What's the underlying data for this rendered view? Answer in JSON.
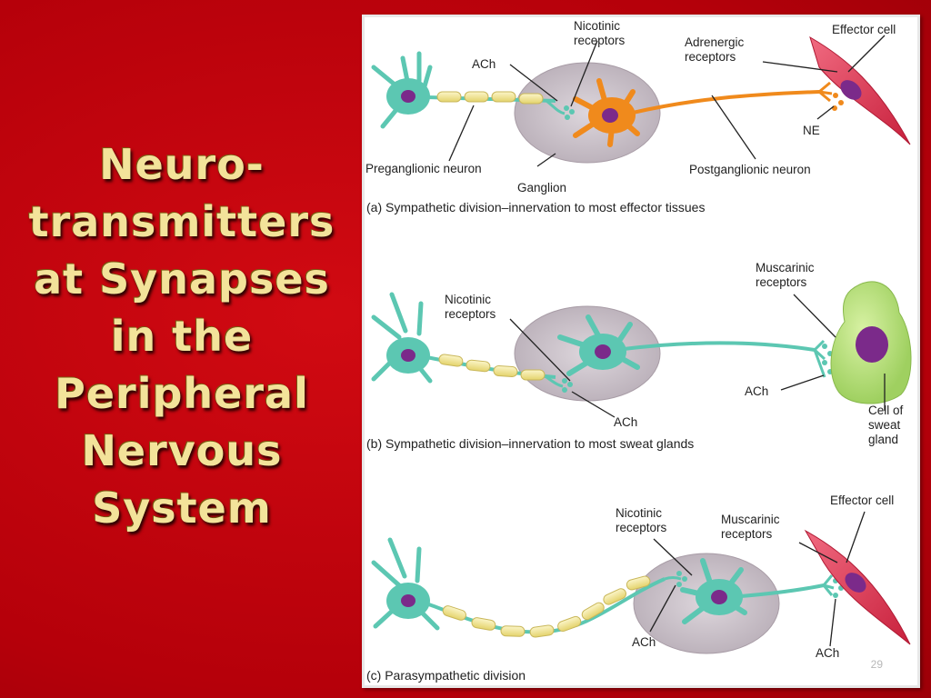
{
  "title": {
    "lines": [
      "Neuro-",
      "transmitters",
      "at Synapses",
      "in the",
      "Peripheral",
      "Nervous",
      "System"
    ]
  },
  "page_number": "29",
  "panel_a": {
    "caption": "(a) Sympathetic division–innervation to most effector tissues",
    "nicotinic_1": "Nicotinic",
    "nicotinic_2": "receptors",
    "ach": "ACh",
    "adrenergic_1": "Adrenergic",
    "adrenergic_2": "receptors",
    "effector": "Effector cell",
    "ne": "NE",
    "preganglionic": "Preganglionic neuron",
    "ganglion": "Ganglion",
    "postganglionic": "Postganglionic neuron"
  },
  "panel_b": {
    "caption": "(b) Sympathetic division–innervation to most sweat glands",
    "nicotinic_1": "Nicotinic",
    "nicotinic_2": "receptors",
    "ach_1": "ACh",
    "ach_2": "ACh",
    "muscarinic_1": "Muscarinic",
    "muscarinic_2": "receptors",
    "sweat_1": "Cell of",
    "sweat_2": "sweat",
    "sweat_3": "gland"
  },
  "panel_c": {
    "caption": "(c) Parasympathetic division",
    "nicotinic_1": "Nicotinic",
    "nicotinic_2": "receptors",
    "muscarinic_1": "Muscarinic",
    "muscarinic_2": "receptors",
    "effector": "Effector cell",
    "ach_1": "ACh",
    "ach_2": "ACh"
  },
  "colors": {
    "background": "#c0000c",
    "title_text": "#f3e39a",
    "neuron_teal": "#5cc7b2",
    "neuron_orange": "#f08a1c",
    "nucleus_purple": "#7b2a8a",
    "myelin_yellow": "#f2e69a",
    "ganglion_gray": "#cdc4cc",
    "effector_red": "#e0405a",
    "sweat_green": "#b8e07a"
  }
}
